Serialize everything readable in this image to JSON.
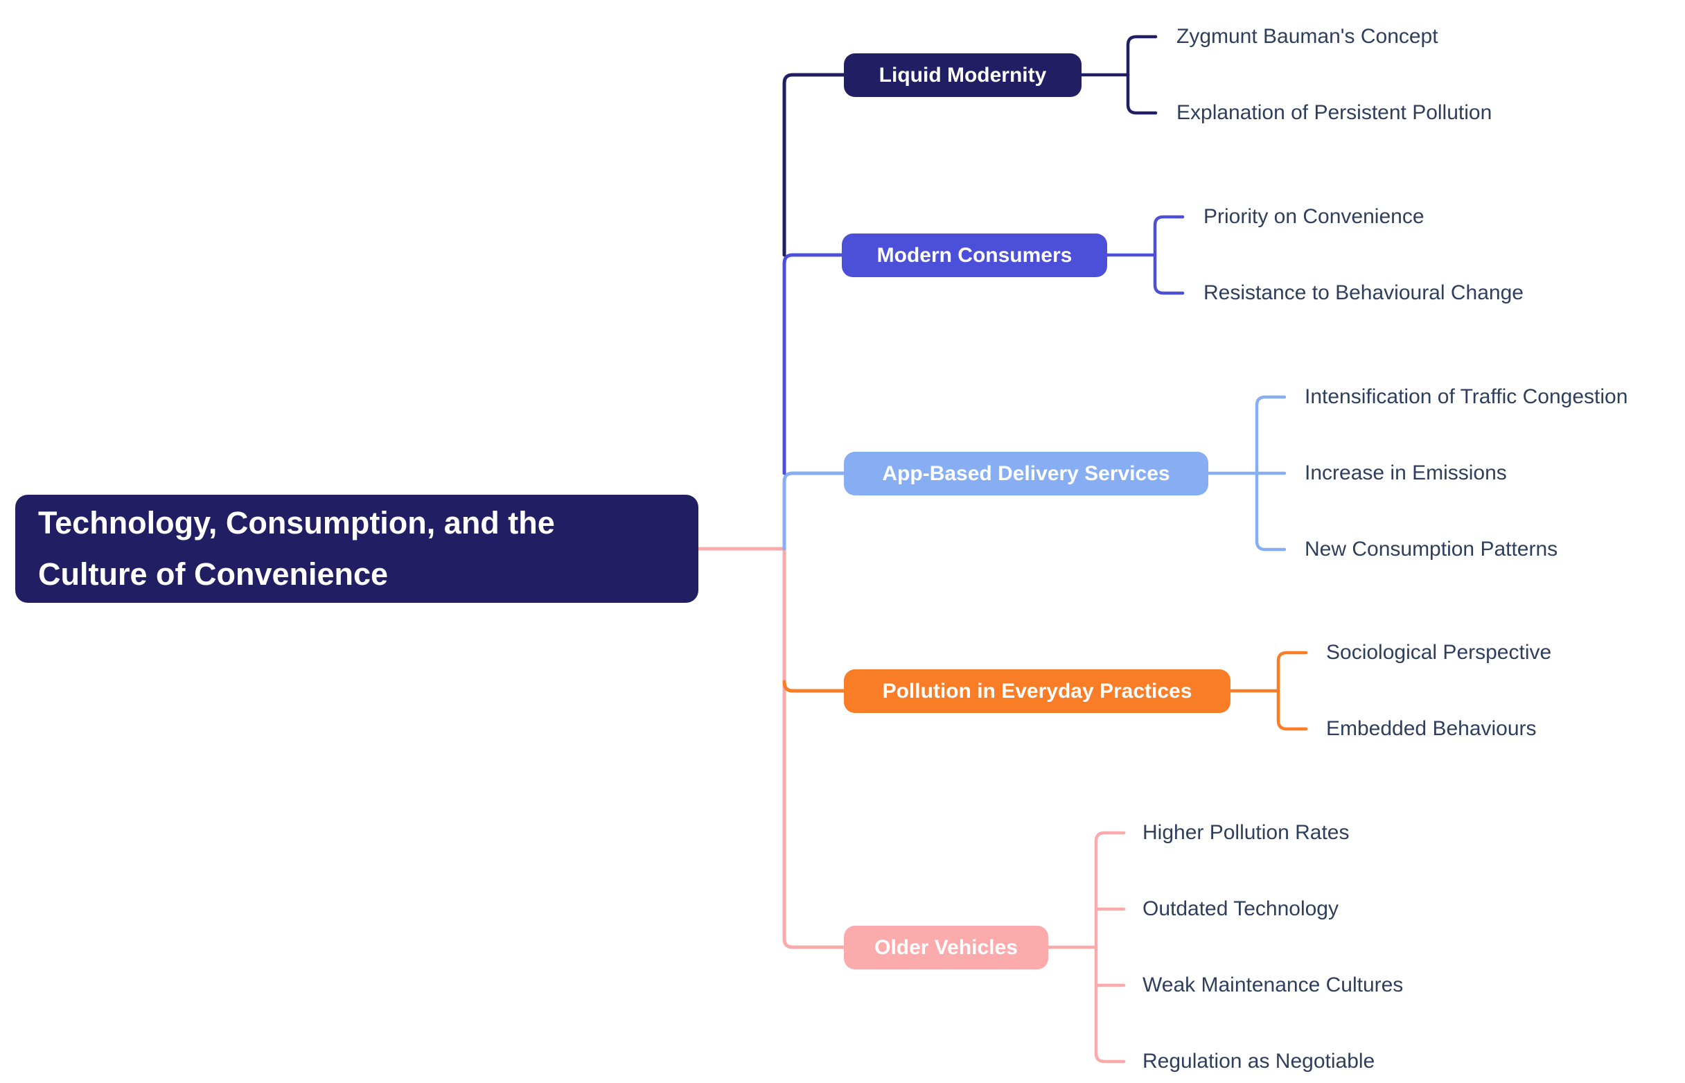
{
  "mindmap": {
    "background": "#ffffff",
    "root": {
      "label": "Technology, Consumption, and the Culture of Convenience",
      "bg_color": "#221e63",
      "text_color": "#ffffff"
    },
    "branches": [
      {
        "label": "Liquid Modernity",
        "color": "#221e63",
        "text_color": "#ffffff",
        "children": [
          "Zygmunt Bauman's Concept",
          "Explanation of Persistent Pollution"
        ]
      },
      {
        "label": "Modern Consumers",
        "color": "#4c50d8",
        "text_color": "#ffffff",
        "children": [
          "Priority on Convenience",
          "Resistance to Behavioural Change"
        ]
      },
      {
        "label": "App-Based Delivery Services",
        "color": "#87aef3",
        "text_color": "#ffffff",
        "children": [
          "Intensification of Traffic Congestion",
          "Increase in Emissions",
          "New Consumption Patterns"
        ]
      },
      {
        "label": "Pollution in Everyday Practices",
        "color": "#f87d26",
        "text_color": "#ffffff",
        "children": [
          "Sociological Perspective",
          "Embedded Behaviours"
        ]
      },
      {
        "label": "Older Vehicles",
        "color": "#fbabac",
        "text_color": "#ffffff",
        "children": [
          "Higher Pollution Rates",
          "Outdated Technology",
          "Weak Maintenance Cultures",
          "Regulation as Negotiable"
        ]
      }
    ],
    "colors": {
      "navy": "#221e63",
      "indigo": "#4c50d8",
      "light_blue": "#87aef3",
      "orange": "#f87d26",
      "pink": "#f9abab",
      "child_text": "#2e3e5c"
    }
  }
}
